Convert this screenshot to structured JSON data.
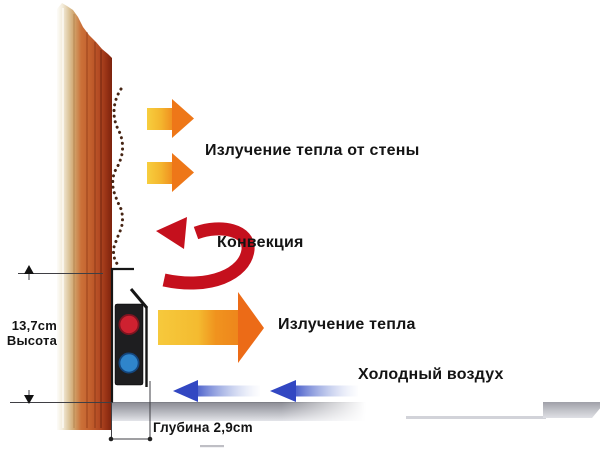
{
  "diagram": {
    "annotations": {
      "wall_radiation": "Излучение тепла от стены",
      "convection": "Конвекция",
      "radiator_radiation": "Излучение тепла",
      "cold_air": "Холодный воздух"
    },
    "dimensions": {
      "height_value": "13,7cm",
      "height_caption": "Высота",
      "depth_caption": "Глубина 2,9cm"
    },
    "colors": {
      "wall_brick_orange": "#c2602c",
      "wall_dark_edge": "#7c230d",
      "wall_plaster_tan": "#dcc49a",
      "heat_arrow_yellow": "#f6c93c",
      "heat_arrow_orange_head": "#ee7718",
      "convection_red": "#c5101d",
      "cold_air_blue": "#3247c2",
      "radiator_panel_black": "#1e1e20",
      "hot_indicator_red": "#ce2130",
      "cold_indicator_blue": "#2f85cb",
      "floor_gray": "#9fa0a8"
    }
  }
}
